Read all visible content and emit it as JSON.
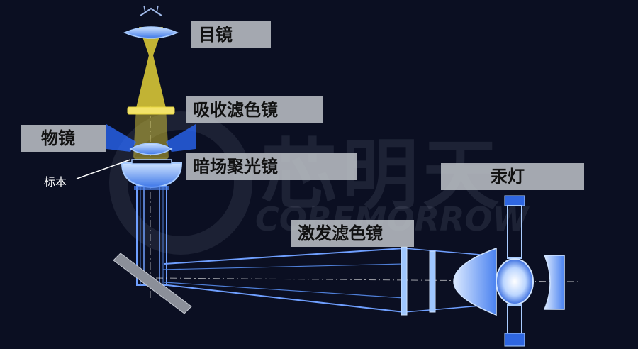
{
  "labels": {
    "eyepiece": "目镜",
    "barrier_filter": "吸收滤色镜",
    "objective": "物镜",
    "darkfield_condenser": "暗场聚光镜",
    "specimen": "标本",
    "mercury_lamp": "汞灯",
    "exciter_filter": "激发滤色镜"
  },
  "watermark": {
    "cn": "芯明天",
    "en": "COREMORROW"
  },
  "colors": {
    "background": "#0b0f22",
    "light_path": "#6f9fff",
    "yellow_beam": "#f0dc3a",
    "optics": "#9fc7ff",
    "label_bg": "#b9bec4"
  }
}
